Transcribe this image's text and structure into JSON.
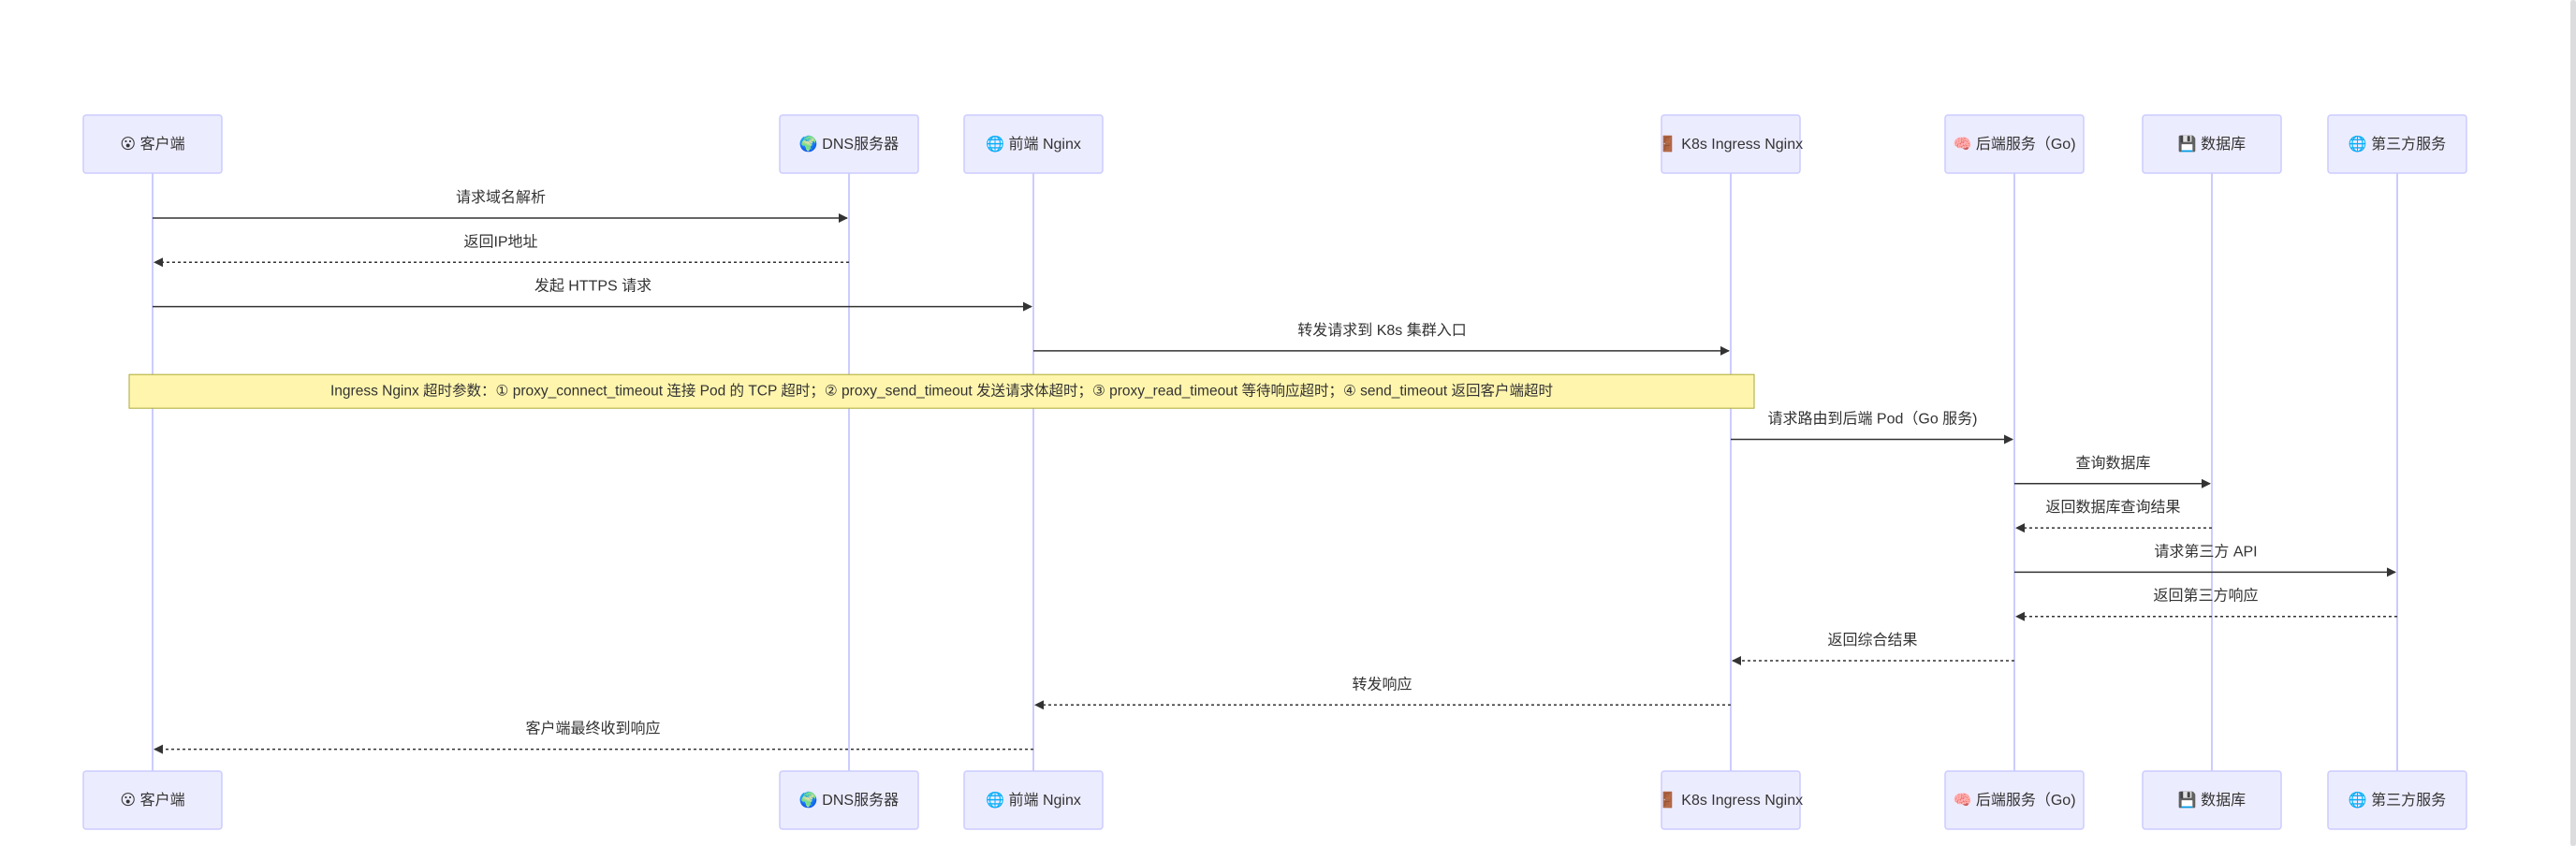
{
  "participants": [
    {
      "id": "client",
      "icon": "😮",
      "icon_name": "face-icon",
      "label": "客户端"
    },
    {
      "id": "dns",
      "icon": "🌍",
      "icon_name": "globe-icon",
      "label": "DNS服务器"
    },
    {
      "id": "nginx",
      "icon": "🌐",
      "icon_name": "network-icon",
      "label": "前端 Nginx"
    },
    {
      "id": "ingress",
      "icon": "🚪",
      "icon_name": "door-icon",
      "label": "K8s Ingress Nginx"
    },
    {
      "id": "backend",
      "icon": "🧠",
      "icon_name": "brain-icon",
      "label": "后端服务（Go)"
    },
    {
      "id": "db",
      "icon": "💾",
      "icon_name": "database-icon",
      "label": "数据库"
    },
    {
      "id": "third",
      "icon": "🌐",
      "icon_name": "network-icon",
      "label": "第三方服务"
    }
  ],
  "messages": [
    {
      "from": "client",
      "to": "dns",
      "text": "请求域名解析",
      "style": "solid"
    },
    {
      "from": "dns",
      "to": "client",
      "text": "返回IP地址",
      "style": "dashed"
    },
    {
      "from": "client",
      "to": "nginx",
      "text": "发起 HTTPS 请求",
      "style": "solid"
    },
    {
      "from": "nginx",
      "to": "ingress",
      "text": "转发请求到 K8s 集群入口",
      "style": "solid"
    },
    {
      "note": true,
      "from": "client",
      "to": "ingress",
      "text": "Ingress Nginx 超时参数：① proxy_connect_timeout 连接 Pod 的 TCP 超时；② proxy_send_timeout 发送请求体超时；③ proxy_read_timeout 等待响应超时；④ send_timeout 返回客户端超时"
    },
    {
      "from": "ingress",
      "to": "backend",
      "text": "请求路由到后端 Pod（Go 服务)",
      "style": "solid"
    },
    {
      "from": "backend",
      "to": "db",
      "text": "查询数据库",
      "style": "solid"
    },
    {
      "from": "db",
      "to": "backend",
      "text": "返回数据库查询结果",
      "style": "dashed"
    },
    {
      "from": "backend",
      "to": "third",
      "text": "请求第三方 API",
      "style": "solid"
    },
    {
      "from": "third",
      "to": "backend",
      "text": "返回第三方响应",
      "style": "dashed"
    },
    {
      "from": "backend",
      "to": "ingress",
      "text": "返回综合结果",
      "style": "dashed"
    },
    {
      "from": "ingress",
      "to": "nginx",
      "text": "转发响应",
      "style": "dashed"
    },
    {
      "from": "nginx",
      "to": "client",
      "text": "客户端最终收到响应",
      "style": "dashed"
    }
  ],
  "colors": {
    "actor_fill": "#ECECFF",
    "actor_border": "#CCCCFF",
    "lifeline": "#CCCCFF",
    "message_line": "#333333",
    "text": "#333333",
    "note_fill": "#FFF5AD",
    "note_border": "#AAAA33"
  }
}
